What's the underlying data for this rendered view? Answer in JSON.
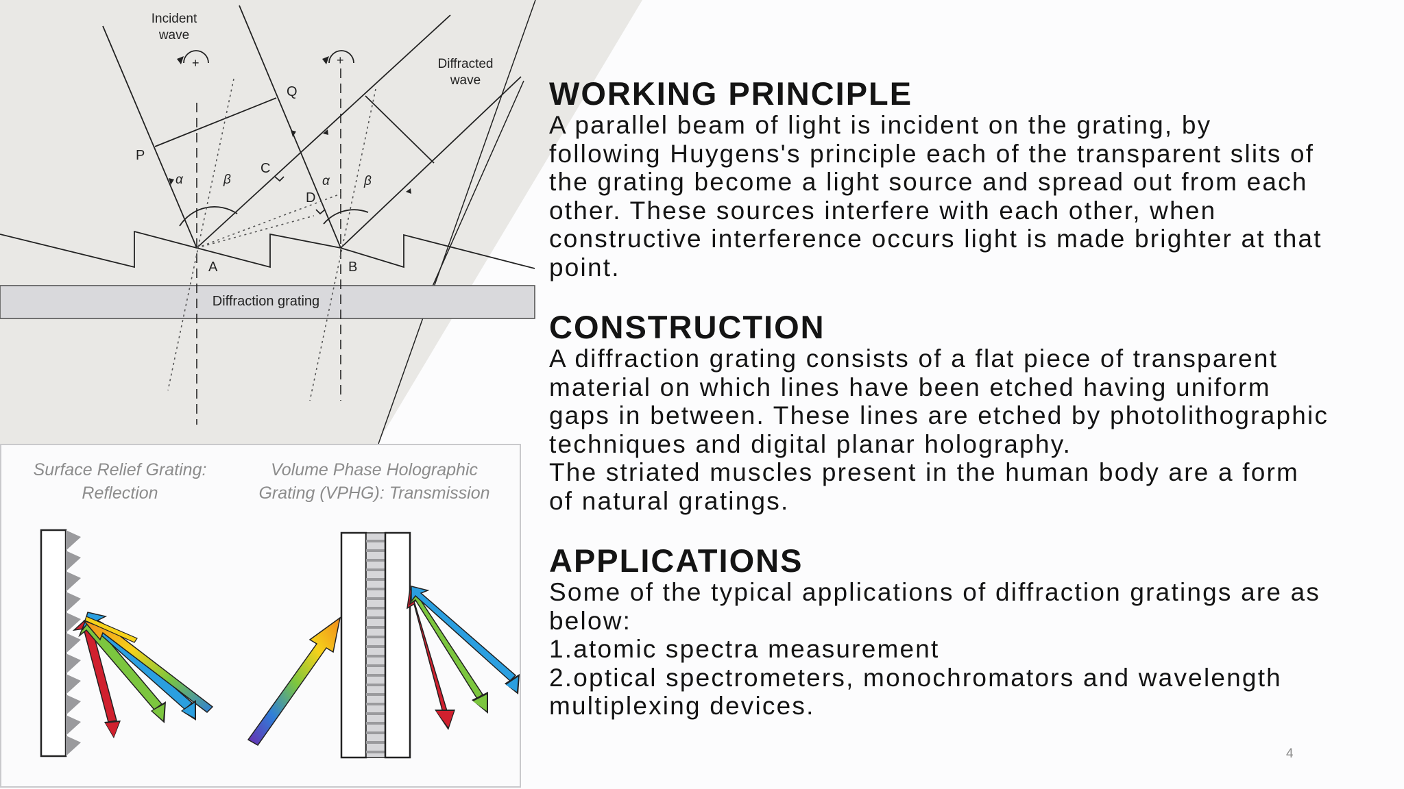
{
  "figure_top": {
    "incident_label_1": "Incident",
    "incident_label_2": "wave",
    "diffracted_label_1": "Diffracted",
    "diffracted_label_2": "wave",
    "point_p": "P",
    "point_q": "Q",
    "point_c": "C",
    "point_d": "D",
    "point_a": "A",
    "point_b": "B",
    "alpha": "α",
    "beta": "β",
    "plus": "+",
    "grating_label": "Diffraction grating"
  },
  "figure_bottom": {
    "left_title_1": "Surface Relief Grating:",
    "left_title_2": "Reflection",
    "right_title_1": "Volume Phase Holographic",
    "right_title_2": "Grating (VPHG): Transmission"
  },
  "sections": [
    {
      "title": "WORKING PRINCIPLE",
      "lines": [
        "A parallel beam of light is incident on the grating, by",
        "following Huygens's principle each of the transparent slits of",
        "the grating become a light source and spread out from each",
        "other. These sources interfere with each other, when",
        "constructive interference occurs light is made brighter at that",
        "point."
      ]
    },
    {
      "title": "CONSTRUCTION",
      "lines": [
        "A diffraction grating consists of a flat piece of transparent",
        "material on which lines have been etched having uniform",
        "gaps in between. These lines are etched by photolithographic",
        "techniques and digital planar holography.",
        "The striated muscles present in the human body are a form",
        "of natural gratings."
      ]
    },
    {
      "title": "APPLICATIONS",
      "lines": [
        "Some of the typical applications of diffraction gratings are as",
        "below:",
        "1.atomic spectra measurement",
        "2.optical spectrometers, monochromators and wavelength",
        "multiplexing devices."
      ]
    }
  ],
  "page_number": "4",
  "colors": {
    "background": "#fcfcfd",
    "grey_band": "#e9e8e5",
    "text": "#141414",
    "page_number": "#8a8a8a"
  }
}
